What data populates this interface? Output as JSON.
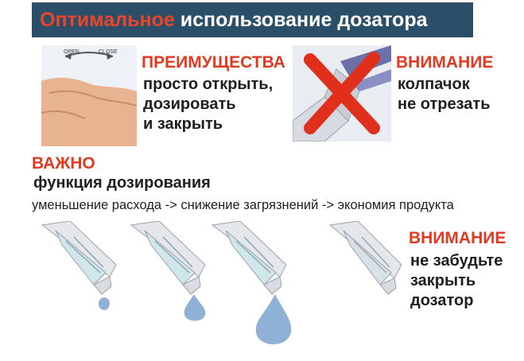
{
  "header": {
    "title_accent": "Оптимальное",
    "title_rest": "использование дозатора"
  },
  "benefits": {
    "title": "ПРЕИМУЩЕСТВА",
    "lines": [
      "просто открыть,",
      "дозировать",
      "и закрыть"
    ]
  },
  "hand_image": {
    "open_label": "OPEN",
    "close_label": "CLOSE"
  },
  "warning_cap": {
    "title": "ВНИМАНИЕ",
    "lines": [
      "колпачок",
      "не отрезать"
    ]
  },
  "important": {
    "title": "ВАЖНО",
    "subtitle": "функция дозирования",
    "sequence": "уменьшение расхода ->  снижение загрязнений ->  экономия продукта"
  },
  "warning_close": {
    "title": "ВНИМАНИЕ",
    "lines": [
      "не забудьте",
      "закрыть",
      "дозатор"
    ]
  },
  "colors": {
    "banner_bg": "#2c4f69",
    "accent_red": "#e03a20",
    "drop_blue": "#8fb1d6"
  },
  "icons": [
    "hand-turning-cap-image",
    "crossed-scissors-image",
    "dispenser-tip-small-drop",
    "dispenser-tip-medium-drop",
    "dispenser-tip-large-drop",
    "dispenser-tip-closed"
  ]
}
